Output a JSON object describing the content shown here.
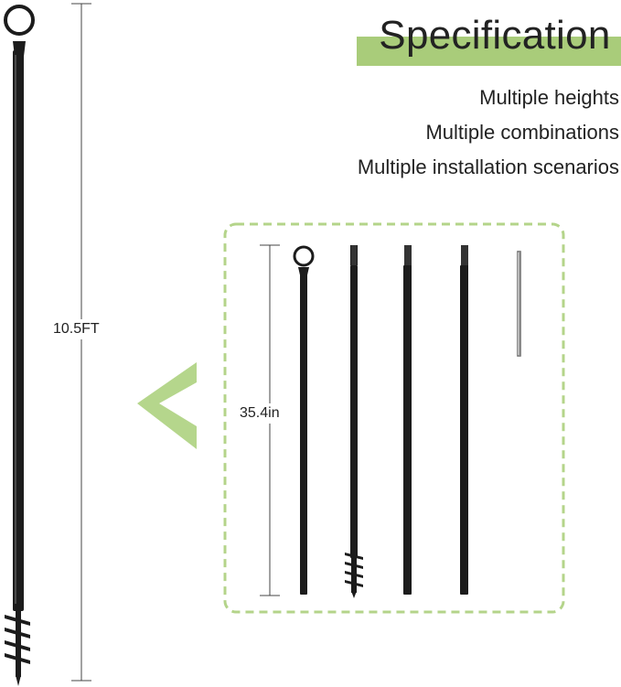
{
  "spec": {
    "title": "Specification",
    "features": [
      "Multiple heights",
      "Multiple combinations",
      "Multiple installation scenarios"
    ]
  },
  "dimensions": {
    "total_height": "10.5FT",
    "segment_length": "35.4in"
  },
  "colors": {
    "accent_green": "#a9cc7a",
    "dash_green": "#b4d48a",
    "chevron_green": "#b5d68c",
    "pole_black": "#1c1c1c"
  },
  "pieces": [
    "hook-segment-pole",
    "auger-segment-pole",
    "middle-segment-pole-1",
    "middle-segment-pole-2",
    "connector-rod"
  ]
}
